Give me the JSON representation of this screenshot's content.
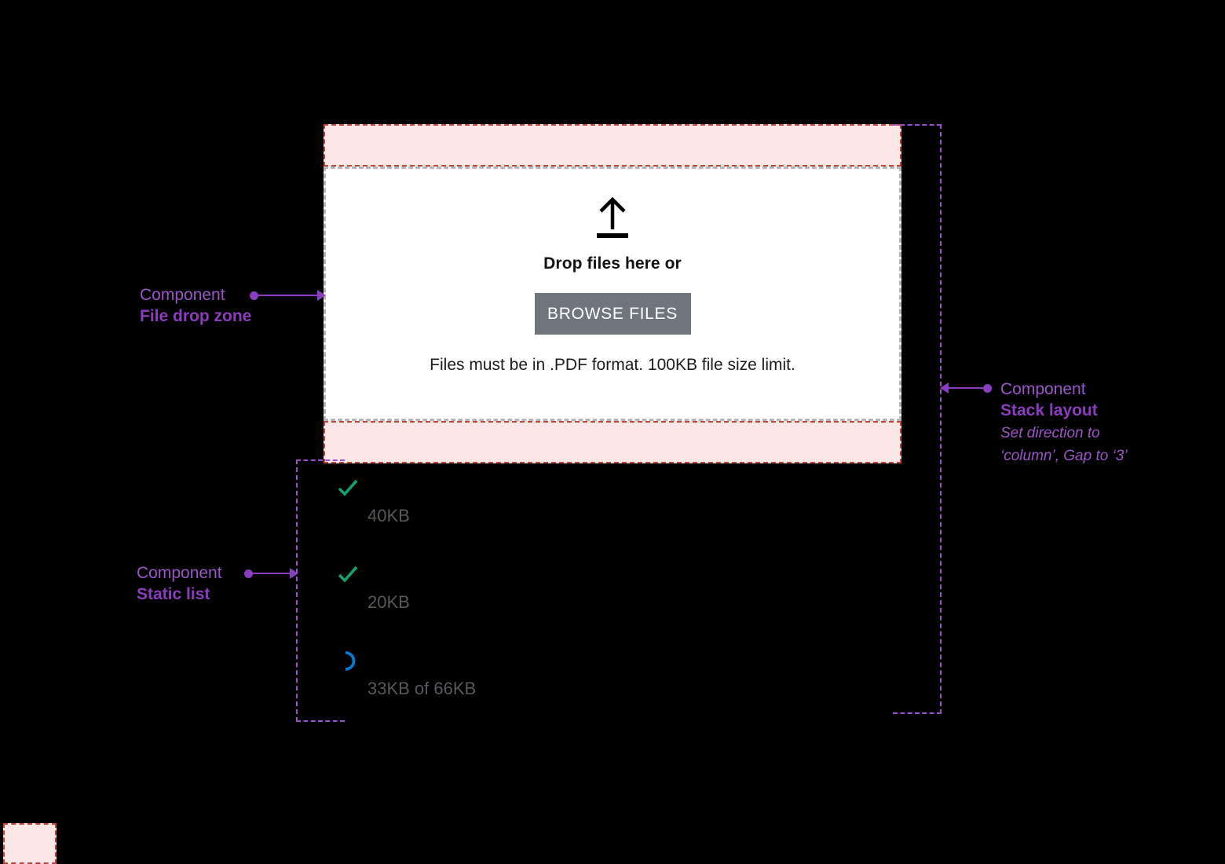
{
  "component": {
    "drop_zone": {
      "icon": "upload-arrow-icon",
      "title": "Drop files here or",
      "button_label": "BROWSE FILES",
      "hint": "Files must be in .PDF format. 100KB file size limit."
    },
    "file_list": {
      "items": [
        {
          "status": "done",
          "status_icon": "check-icon",
          "name": "",
          "size": "40KB"
        },
        {
          "status": "done",
          "status_icon": "check-icon",
          "name": "",
          "size": "20KB"
        },
        {
          "status": "loading",
          "status_icon": "spinner-icon",
          "name": "",
          "size": "33KB of 66KB"
        }
      ]
    }
  },
  "annotations": [
    {
      "id": "file-drop-zone",
      "kicker": "Component",
      "name": "File drop zone",
      "note": ""
    },
    {
      "id": "static-list",
      "kicker": "Component",
      "name": "Static list",
      "note": ""
    },
    {
      "id": "stack-layout",
      "kicker": "Component",
      "name": "Stack layout",
      "note_line1": "Set direction to",
      "note_line2": "‘column’, Gap to ‘3’"
    }
  ],
  "colors": {
    "annotation_purple": "#8B3DBF",
    "annotation_purple_light": "#9a56c9",
    "padding_pink_fill": "#FCE6E6",
    "padding_pink_border": "#C1443F",
    "dropzone_border": "#B6B6B6",
    "button_gray": "#6E757C",
    "status_done_green": "#16A06A",
    "status_loading_blue": "#0B79D0",
    "file_size_gray": "#55585c",
    "canvas_background": "#000000"
  }
}
